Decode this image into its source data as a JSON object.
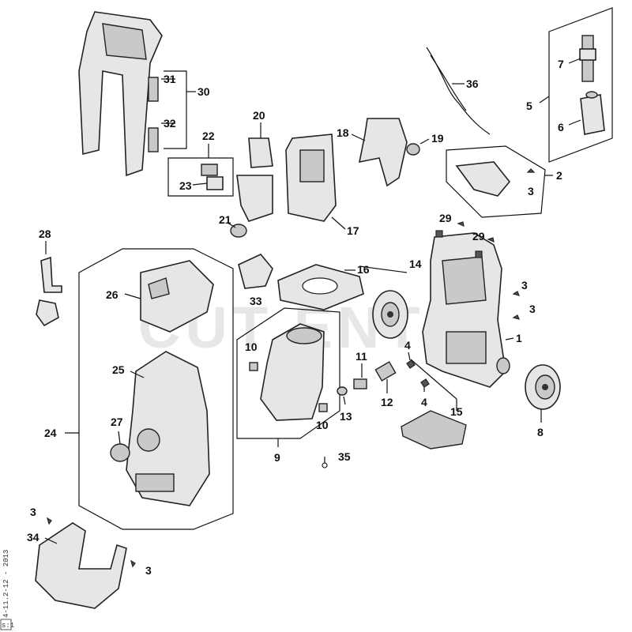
{
  "watermark": "CUT ENT",
  "footer_code": "4-11.2-12 - 2013",
  "corner_code": "s:1",
  "callouts": [
    {
      "id": "c1",
      "label": "1"
    },
    {
      "id": "c2",
      "label": "2"
    },
    {
      "id": "c3a",
      "label": "3"
    },
    {
      "id": "c3b",
      "label": "3"
    },
    {
      "id": "c3c",
      "label": "3"
    },
    {
      "id": "c3d",
      "label": "3"
    },
    {
      "id": "c3e",
      "label": "3"
    },
    {
      "id": "c4a",
      "label": "4"
    },
    {
      "id": "c4b",
      "label": "4"
    },
    {
      "id": "c5",
      "label": "5"
    },
    {
      "id": "c6",
      "label": "6"
    },
    {
      "id": "c7",
      "label": "7"
    },
    {
      "id": "c8",
      "label": "8"
    },
    {
      "id": "c9",
      "label": "9"
    },
    {
      "id": "c10a",
      "label": "10"
    },
    {
      "id": "c10b",
      "label": "10"
    },
    {
      "id": "c11",
      "label": "11"
    },
    {
      "id": "c12",
      "label": "12"
    },
    {
      "id": "c13",
      "label": "13"
    },
    {
      "id": "c14",
      "label": "14"
    },
    {
      "id": "c15",
      "label": "15"
    },
    {
      "id": "c16",
      "label": "16"
    },
    {
      "id": "c17",
      "label": "17"
    },
    {
      "id": "c18",
      "label": "18"
    },
    {
      "id": "c19",
      "label": "19"
    },
    {
      "id": "c20",
      "label": "20"
    },
    {
      "id": "c21",
      "label": "21"
    },
    {
      "id": "c22",
      "label": "22"
    },
    {
      "id": "c23",
      "label": "23"
    },
    {
      "id": "c24",
      "label": "24"
    },
    {
      "id": "c25",
      "label": "25"
    },
    {
      "id": "c26",
      "label": "26"
    },
    {
      "id": "c27",
      "label": "27"
    },
    {
      "id": "c28",
      "label": "28"
    },
    {
      "id": "c29a",
      "label": "29"
    },
    {
      "id": "c29b",
      "label": "29"
    },
    {
      "id": "c30",
      "label": "30"
    },
    {
      "id": "c31",
      "label": "31"
    },
    {
      "id": "c32",
      "label": "32"
    },
    {
      "id": "c33",
      "label": "33"
    },
    {
      "id": "c34",
      "label": "34"
    },
    {
      "id": "c35",
      "label": "35"
    },
    {
      "id": "c36",
      "label": "36"
    }
  ]
}
